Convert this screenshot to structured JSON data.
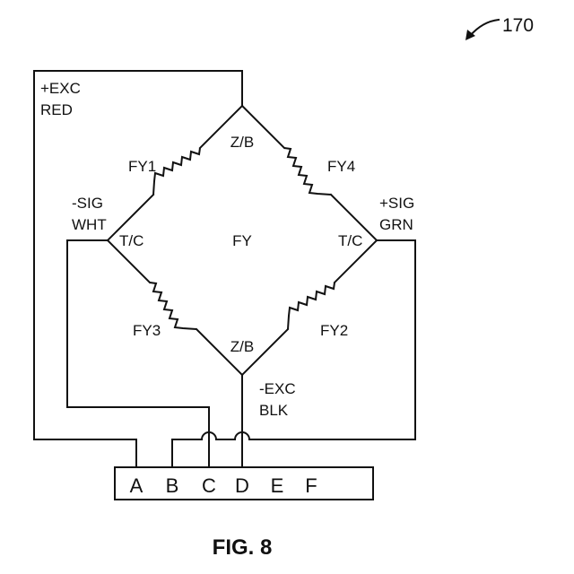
{
  "figure": {
    "reference_number": "170",
    "caption": "FIG. 8"
  },
  "bridge": {
    "center_label": "FY",
    "top_node_label": "Z/B",
    "bottom_node_label": "Z/B",
    "left_node_label": "T/C",
    "right_node_label": "T/C",
    "resistors": {
      "upper_left": "FY1",
      "upper_right": "FY4",
      "lower_left": "FY3",
      "lower_right": "FY2"
    }
  },
  "signals": {
    "plus_exc": {
      "name": "+EXC",
      "color": "RED"
    },
    "minus_sig": {
      "name": "-SIG",
      "color": "WHT"
    },
    "plus_sig": {
      "name": "+SIG",
      "color": "GRN"
    },
    "minus_exc": {
      "name": "-EXC",
      "color": "BLK"
    }
  },
  "connector": {
    "pins": [
      "A",
      "B",
      "C",
      "D",
      "E",
      "F"
    ]
  }
}
